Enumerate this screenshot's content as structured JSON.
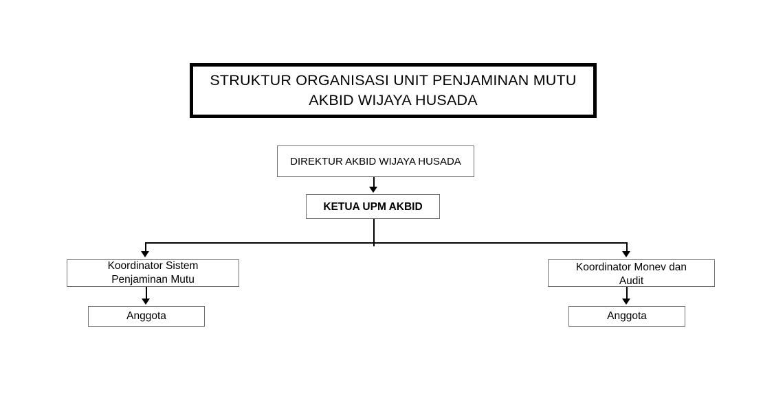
{
  "chart_data": {
    "type": "diagram",
    "title": "STRUKTUR ORGANISASI UNIT PENJAMINAN MUTU AKBID WIJAYA HUSADA",
    "nodes": [
      {
        "id": "direktur",
        "label": "DIREKTUR AKBID WIJAYA HUSADA",
        "level": 1
      },
      {
        "id": "ketua",
        "label": "KETUA UPM AKBID",
        "level": 2
      },
      {
        "id": "koord-sistem",
        "label": "Koordinator Sistem\nPenjaminan Mutu",
        "level": 3
      },
      {
        "id": "koord-monev",
        "label": "Koordinator Monev dan\nAudit",
        "level": 3
      },
      {
        "id": "anggota-kiri",
        "label": "Anggota",
        "level": 4
      },
      {
        "id": "anggota-kanan",
        "label": "Anggota",
        "level": 4
      }
    ],
    "edges": [
      {
        "from": "direktur",
        "to": "ketua"
      },
      {
        "from": "ketua",
        "to": "koord-sistem"
      },
      {
        "from": "ketua",
        "to": "koord-monev"
      },
      {
        "from": "koord-sistem",
        "to": "anggota-kiri"
      },
      {
        "from": "koord-monev",
        "to": "anggota-kanan"
      }
    ]
  },
  "title": {
    "line1": "STRUKTUR ORGANISASI UNIT PENJAMINAN MUTU",
    "line2": "AKBID WIJAYA HUSADA"
  },
  "nodes": {
    "direktur": "DIREKTUR AKBID WIJAYA HUSADA",
    "ketua": "KETUA UPM AKBID",
    "koordinator_sistem": "Koordinator Sistem\nPenjaminan Mutu",
    "koordinator_monev": "Koordinator Monev dan\nAudit",
    "anggota_kiri": "Anggota",
    "anggota_kanan": "Anggota"
  },
  "colors": {
    "background": "#ffffff",
    "title_border": "#000000",
    "node_border": "#6f6f6f",
    "connector": "#000000",
    "text": "#000000"
  }
}
